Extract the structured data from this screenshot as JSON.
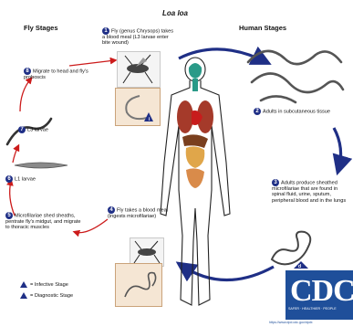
{
  "title": "Loa loa",
  "headers": {
    "fly": "Fly Stages",
    "human": "Human Stages"
  },
  "steps": {
    "s1": {
      "num": "1",
      "text": "Fly (genus Chrysops) takes a blood meal (L3 larvae enter bite wound)"
    },
    "s2": {
      "num": "2",
      "text": "Adults in subcutaneous tissue"
    },
    "s3": {
      "num": "3",
      "text": "Adults produce sheathed microfilariae that are found in spinal fluid, urine, sputum, peripheral blood and in the lungs"
    },
    "s4": {
      "num": "4",
      "text": "Fly takes a blood meal (ingests microfilariae)"
    },
    "s5": {
      "num": "5",
      "text": "Microfilariae shed sheaths, pentrate fly's midgut, and migrate to thoracic muscles"
    },
    "s6": {
      "num": "6",
      "text": "L1 larvae"
    },
    "s7": {
      "num": "7",
      "text": "L3 larvae"
    },
    "s8": {
      "num": "8",
      "text": "Migrate to head and fly's proboscis"
    }
  },
  "legend": {
    "infective": {
      "symbol": "i",
      "text": "= Infective Stage"
    },
    "diagnostic": {
      "symbol": "d",
      "text": "= Diagnostic Stage"
    }
  },
  "logo": {
    "text": "CDC",
    "sub": "SAFER · HEALTHIER · PEOPLE"
  },
  "url": "https://www.dpd.cdc.gov/dpdx",
  "colors": {
    "cycle": "#1f2f86",
    "fly_arrows": "#cc1b1b",
    "logo": "#1f4f9a"
  }
}
